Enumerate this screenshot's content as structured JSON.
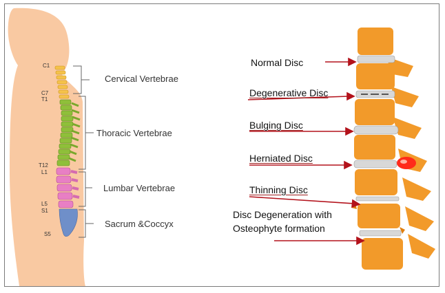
{
  "body_labels": {
    "regions": [
      "Cervical Vertebrae",
      "Thoracic Vertebrae",
      "Lumbar Vertebrae",
      "Sacrum &Coccyx"
    ],
    "vertebra_marks": [
      "C1",
      "C7",
      "T1",
      "T12",
      "L1",
      "L5",
      "S1",
      "S5"
    ]
  },
  "disc_labels": [
    "Normal Disc",
    "Degenerative Disc",
    "Bulging Disc",
    "Herniated Disc",
    "Thinning Disc",
    "Disc Degeneration with",
    "Osteophyte formation"
  ],
  "colors": {
    "skin": "#f9c9a2",
    "cervical": "#f5c24a",
    "thoracic": "#8fbf3a",
    "lumbar": "#e87fc4",
    "sacrum": "#6f8fc9",
    "bone": "#f29a2a",
    "disc": "#d8d8d8",
    "arrow": "#b3121b",
    "herniation": "#ff2a1a"
  }
}
